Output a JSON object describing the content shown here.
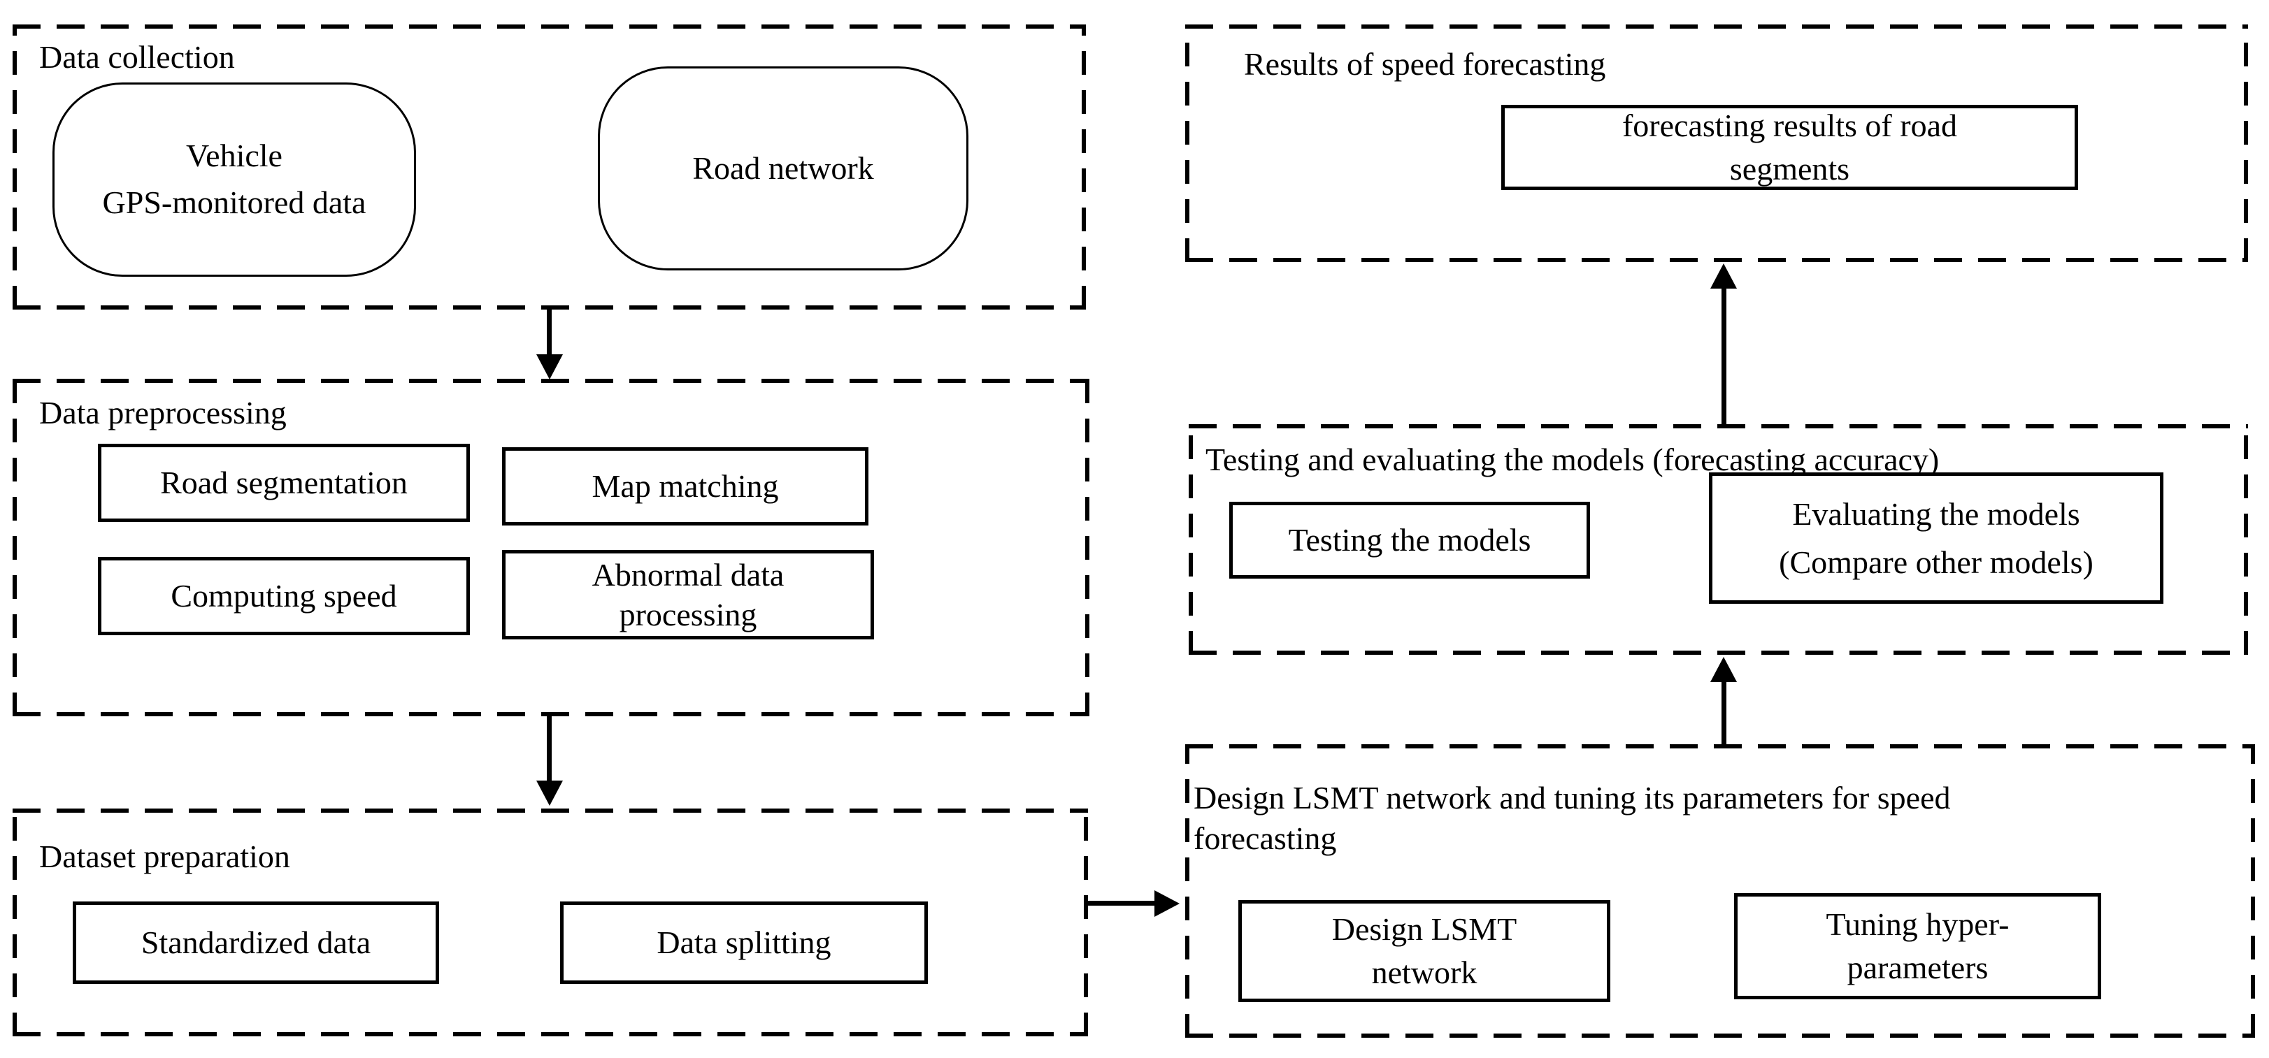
{
  "colors": {
    "line": "#000000",
    "background": "#ffffff",
    "text": "#000000"
  },
  "sections": {
    "data_collection": {
      "title": "Data collection",
      "vehicle_gps": "Vehicle\nGPS-monitored data",
      "road_network": "Road network"
    },
    "data_preprocessing": {
      "title": "Data preprocessing",
      "road_segmentation": "Road segmentation",
      "map_matching": "Map matching",
      "computing_speed": "Computing speed",
      "abnormal_data": "Abnormal data\nprocessing"
    },
    "dataset_preparation": {
      "title": "Dataset preparation",
      "standardized_data": "Standardized data",
      "data_splitting": "Data splitting"
    },
    "design_lstm": {
      "title": "Design LSMT network and tuning its parameters for speed\nforecasting",
      "design_network": "Design LSMT\nnetwork",
      "tuning_hyper": "Tuning hyper-\nparameters"
    },
    "testing_evaluating": {
      "title": "Testing and evaluating the models (forecasting accuracy)",
      "testing_models": "Testing the models",
      "evaluating_models": "Evaluating the models\n(Compare other models)"
    },
    "results": {
      "title": "Results of speed forecasting",
      "forecasting_results": "forecasting results of road\nsegments"
    }
  }
}
